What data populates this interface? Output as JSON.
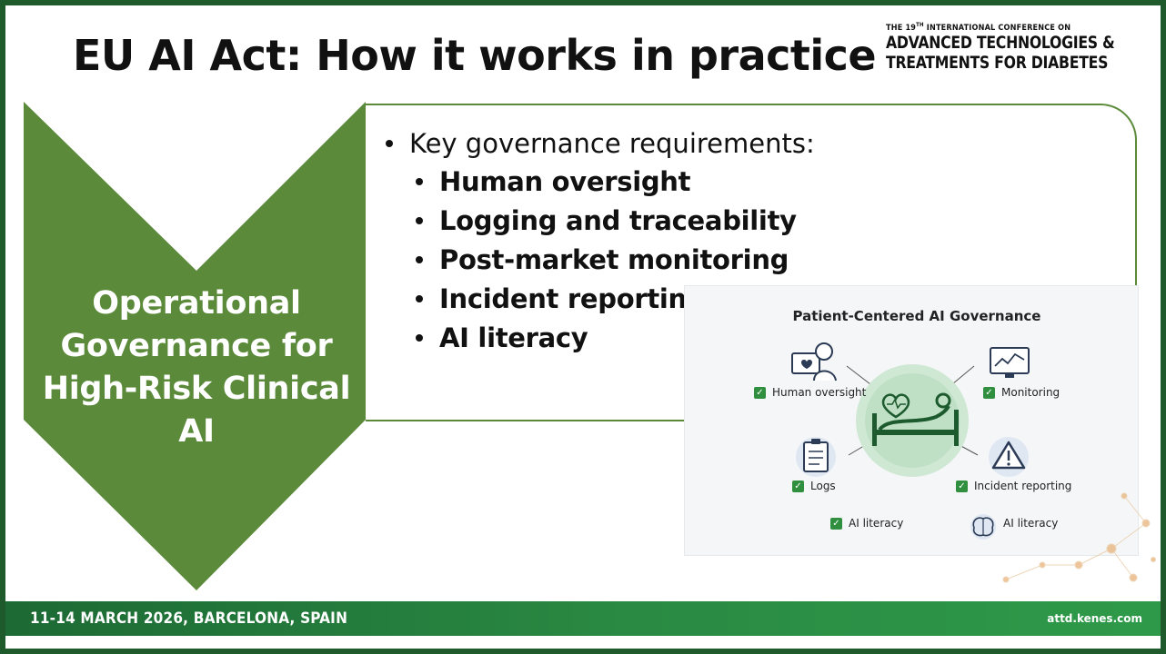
{
  "title": "EU AI Act: How it works in practice",
  "conference": {
    "line1_prefix": "THE 19",
    "line1_sup": "TH",
    "line1_suffix": " INTERNATIONAL CONFERENCE ON",
    "line2": "ADVANCED TECHNOLOGIES &",
    "line3": "TREATMENTS FOR DIABETES"
  },
  "chevron_label": {
    "line1": "Operational",
    "line2": "Governance for",
    "line3": "High-Risk Clinical AI"
  },
  "content": {
    "lead": "Key governance requirements:",
    "items": [
      "Human oversight",
      "Logging and traceability",
      "Post-market monitoring",
      "Incident reporting",
      "AI literacy"
    ]
  },
  "figure": {
    "title": "Patient-Centered AI Governance",
    "labels": {
      "human_oversight": "Human oversight",
      "monitoring": "Monitoring",
      "logs": "Logs",
      "incident_reporting": "Incident reporting",
      "ai_literacy_left": "AI literacy",
      "ai_literacy_right": "AI literacy"
    }
  },
  "footer": {
    "date": "11-14 MARCH 2026, BARCELONA, SPAIN",
    "url": "attd.kenes.com"
  },
  "colors": {
    "chevron_green": "#5b8a3a",
    "footer_green": "#2a8a43",
    "check_green": "#2f8f3e"
  }
}
